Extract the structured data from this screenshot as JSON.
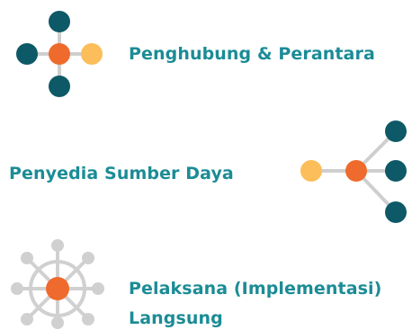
{
  "colors": {
    "teal": "#0e5967",
    "orange": "#ef6a2d",
    "yellow": "#fcbe5a",
    "connector": "#cfcfcf",
    "gray_node": "#d0d0d0",
    "text": "#1b8c96"
  },
  "items": [
    {
      "label": "Penghubung & Perantara",
      "icon": "broker-network-icon"
    },
    {
      "label": "Penyedia Sumber Daya",
      "icon": "resource-provider-network-icon"
    },
    {
      "label_line1": "Pelaksana (Implementasi)",
      "label_line2": "Langsung",
      "icon": "direct-implementer-wheel-icon"
    }
  ]
}
